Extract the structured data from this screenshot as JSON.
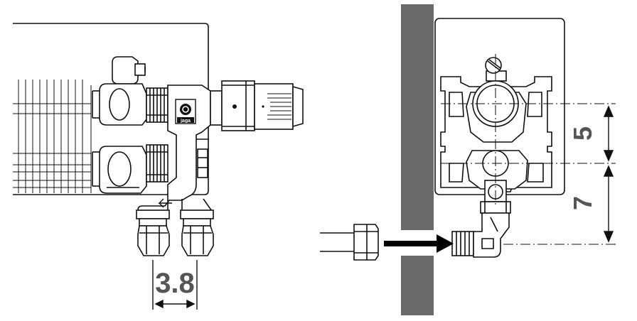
{
  "left_view": {
    "brand_label": "jaga",
    "spacing_dimension": "3.8"
  },
  "right_view": {
    "upper_dimension": "5",
    "lower_dimension": "7"
  },
  "colors": {
    "wall": "#6a6a6a",
    "line": "#111111",
    "dimension_text": "#555555",
    "arrow": "#000000"
  }
}
